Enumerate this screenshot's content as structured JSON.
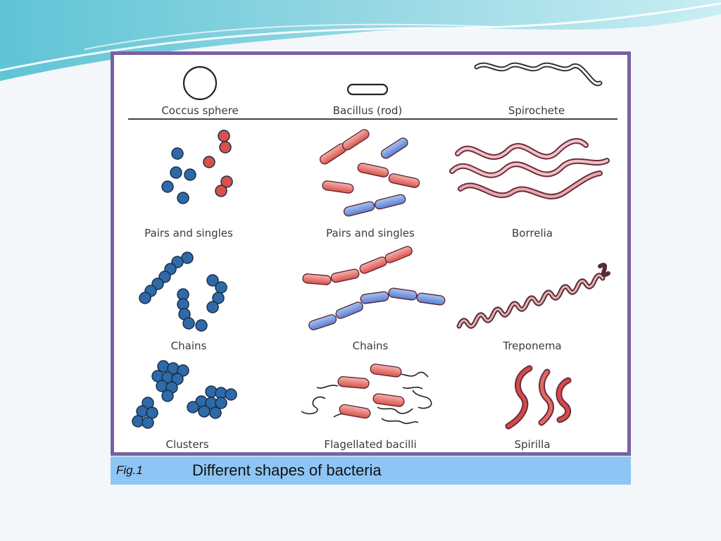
{
  "figure": {
    "header_labels": {
      "coccus": "Coccus sphere",
      "bacillus": "Bacillus (rod)",
      "spirochete": "Spirochete"
    },
    "cell_labels": {
      "cocci_pairs": "Pairs and singles",
      "bacilli_pairs": "Pairs and singles",
      "borrelia": "Borrelia",
      "cocci_chains": "Chains",
      "bacilli_chains": "Chains",
      "treponema": "Treponema",
      "cocci_clusters": "Clusters",
      "flagellated": "Flagellated bacilli",
      "spirilla": "Spirilla"
    },
    "caption": {
      "number": "Fig.1",
      "text": "Different shapes of bacteria"
    },
    "colors": {
      "frame": "#7b5fa3",
      "blue_cell": "#2e6aa8",
      "red_cell": "#d9514a",
      "caption_bar": "#8ec5f5"
    }
  }
}
